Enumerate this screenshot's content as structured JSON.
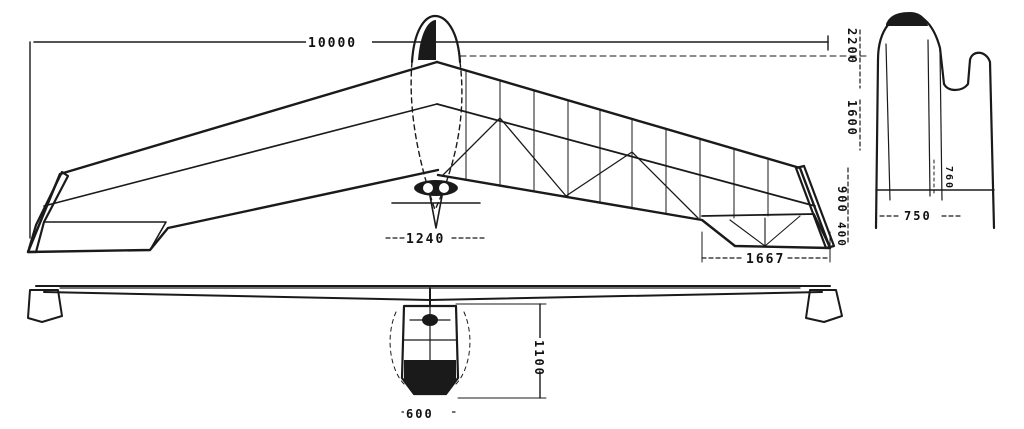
{
  "dimensions": {
    "span": "10000",
    "chord_top": "2200",
    "chord_mid": "1600",
    "tip_chord": "900",
    "tip_small": "400",
    "fuselage_width_plan": "1240",
    "elevon_span": "1667",
    "fin_width": "750",
    "fin_height": "760",
    "fuselage_height": "1100",
    "fuselage_width_front": "600"
  }
}
